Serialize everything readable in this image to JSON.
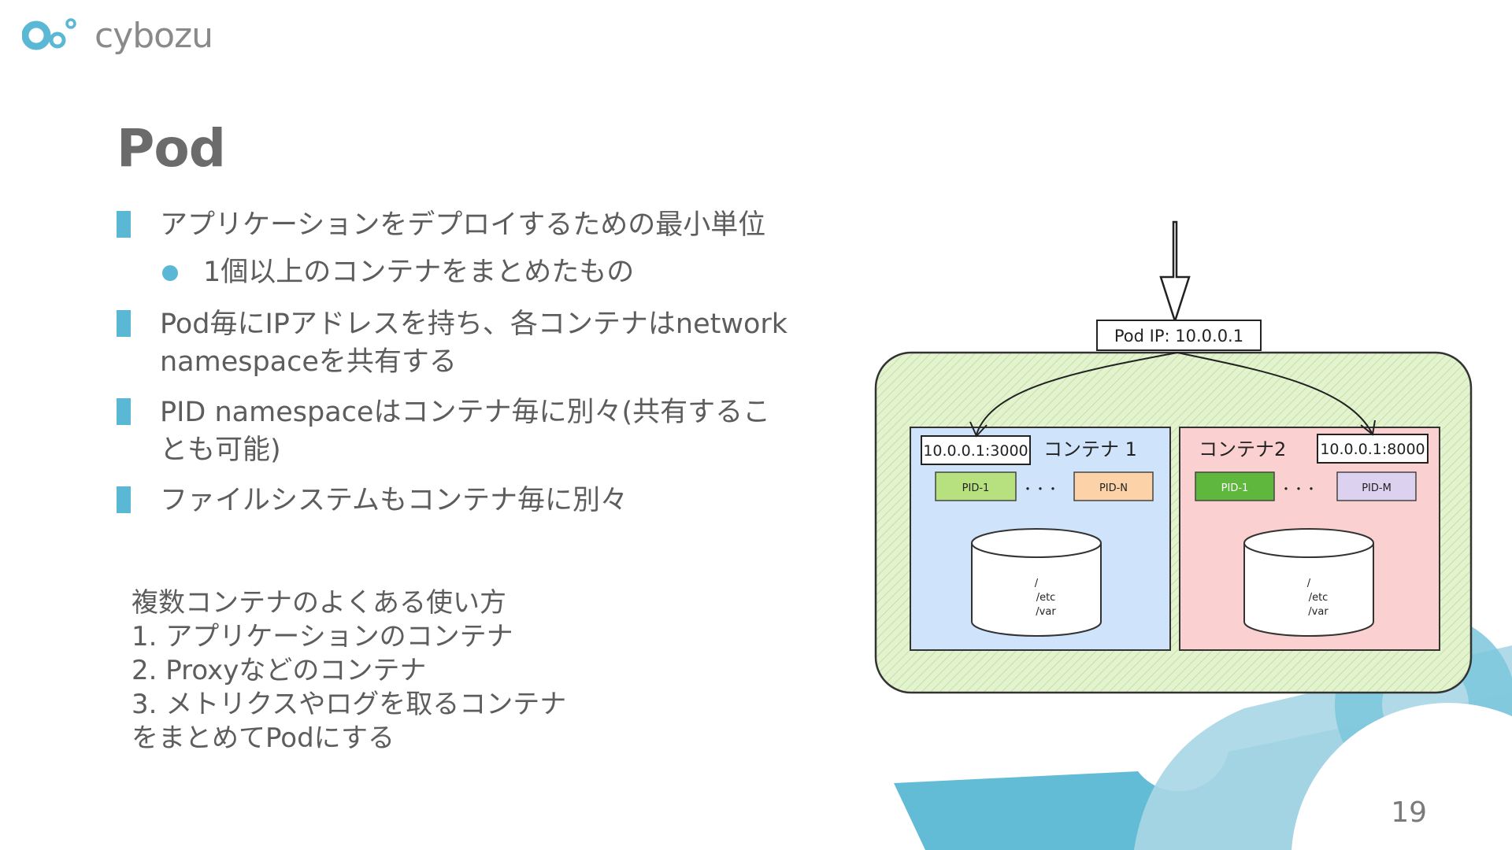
{
  "logo": {
    "text": "cybozu"
  },
  "slide": {
    "title": "Pod",
    "bullets": [
      {
        "text": "アプリケーションをデプロイするための最小単位"
      },
      {
        "text": "Pod毎にIPアドレスを持ち、各コンテナはnetwork namespaceを共有する"
      },
      {
        "text": "PID namespaceはコンテナ毎に別々(共有することも可能)"
      },
      {
        "text": "ファイルシステムもコンテナ毎に別々"
      }
    ],
    "sub_bullet": "1個以上のコンテナをまとめたもの",
    "usage": {
      "heading": "複数コンテナのよくある使い方",
      "items": [
        "1.  アプリケーションのコンテナ",
        "2.  Proxyなどのコンテナ",
        "3.  メトリクスやログを取るコンテナ"
      ],
      "footer": "をまとめてPodにする"
    },
    "page_number": "19"
  },
  "diagram": {
    "pod_ip": "Pod IP: 10.0.0.1",
    "container1": {
      "name": "コンテナ 1",
      "port": "10.0.0.1:3000",
      "pid_first": "PID-1",
      "pid_last": "PID-N",
      "ellipsis": "・・・",
      "fs": [
        "/",
        "/etc",
        "/var"
      ]
    },
    "container2": {
      "name": "コンテナ2",
      "port": "10.0.0.1:8000",
      "pid_first": "PID-1",
      "pid_last": "PID-M",
      "ellipsis": "・・・",
      "fs": [
        "/",
        "/etc",
        "/var"
      ]
    }
  },
  "colors": {
    "accent": "#5bb8d4",
    "pod_background": "#e3f2cf",
    "container1_background": "#cfe3fb",
    "container2_background": "#fbd0d0",
    "pid1_c1": "#b7e07f",
    "pidN": "#fcd2a8",
    "pid1_c2": "#5fb83d",
    "pidM": "#dcd2f0"
  }
}
